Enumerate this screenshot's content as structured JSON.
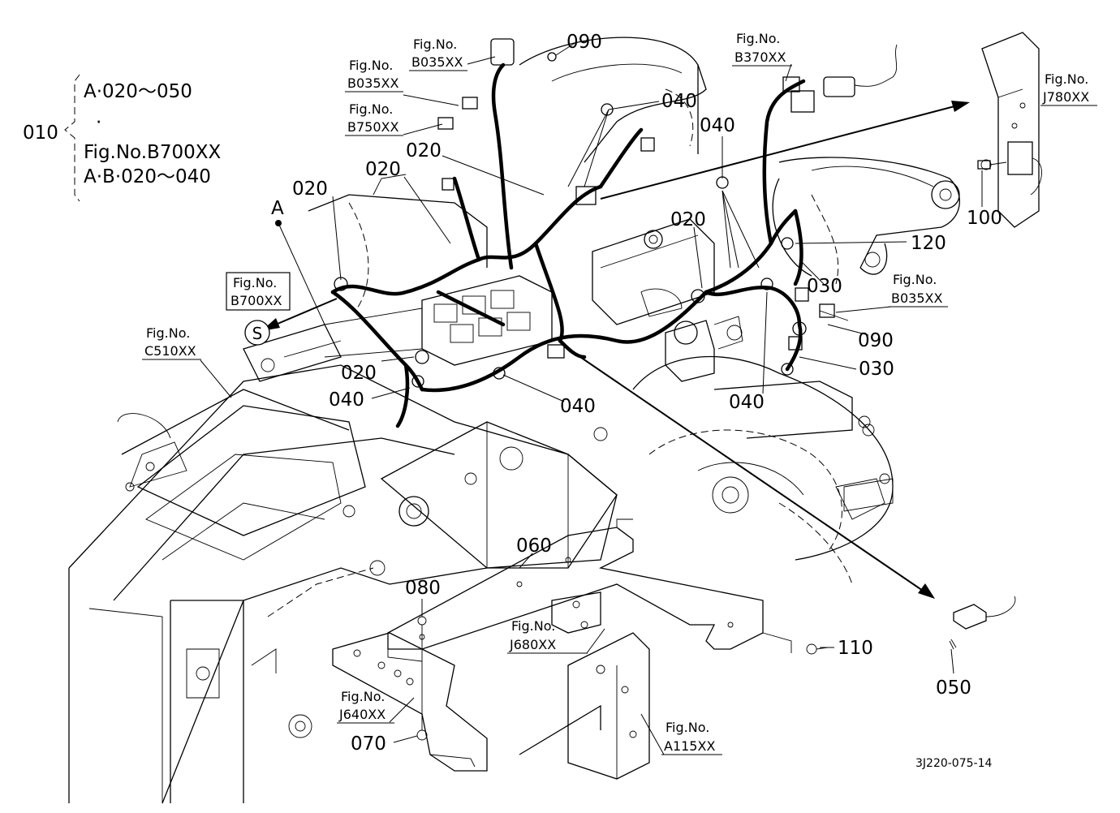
{
  "legend": {
    "group": "010",
    "line_a": "A·020～050",
    "dot": "·",
    "line_b": "Fig.No.B700XX",
    "line_c": "A·B·020～040"
  },
  "callouts": [
    {
      "id": "020",
      "text": "020"
    },
    {
      "id": "020",
      "text": "020"
    },
    {
      "id": "020",
      "text": "020"
    },
    {
      "id": "020",
      "text": "020"
    },
    {
      "id": "020",
      "text": "020"
    },
    {
      "id": "030",
      "text": "030"
    },
    {
      "id": "030",
      "text": "030"
    },
    {
      "id": "040",
      "text": "040"
    },
    {
      "id": "040",
      "text": "040"
    },
    {
      "id": "040",
      "text": "040"
    },
    {
      "id": "040",
      "text": "040"
    },
    {
      "id": "040",
      "text": "040"
    },
    {
      "id": "050",
      "text": "050"
    },
    {
      "id": "060",
      "text": "060"
    },
    {
      "id": "070",
      "text": "070"
    },
    {
      "id": "080",
      "text": "080"
    },
    {
      "id": "090",
      "text": "090"
    },
    {
      "id": "090",
      "text": "090"
    },
    {
      "id": "100",
      "text": "100"
    },
    {
      "id": "110",
      "text": "110"
    },
    {
      "id": "120",
      "text": "120"
    }
  ],
  "fig_refs": [
    {
      "label": "Fig.No.",
      "code": "B035XX"
    },
    {
      "label": "Fig.No.",
      "code": "B035XX"
    },
    {
      "label": "Fig.No.",
      "code": "B750XX"
    },
    {
      "label": "Fig.No.",
      "code": "B370XX"
    },
    {
      "label": "Fig.No.",
      "code": "J780XX"
    },
    {
      "label": "Fig.No.",
      "code": "B700XX"
    },
    {
      "label": "Fig.No.",
      "code": "C510XX"
    },
    {
      "label": "Fig.No.",
      "code": "B035XX"
    },
    {
      "label": "Fig.No.",
      "code": "J680XX"
    },
    {
      "label": "Fig.No.",
      "code": "J640XX"
    },
    {
      "label": "Fig.No.",
      "code": "A115XX"
    }
  ],
  "markers": {
    "view_a": "A",
    "symbol_s": "S"
  },
  "drawing_code": "3J220-075-14"
}
